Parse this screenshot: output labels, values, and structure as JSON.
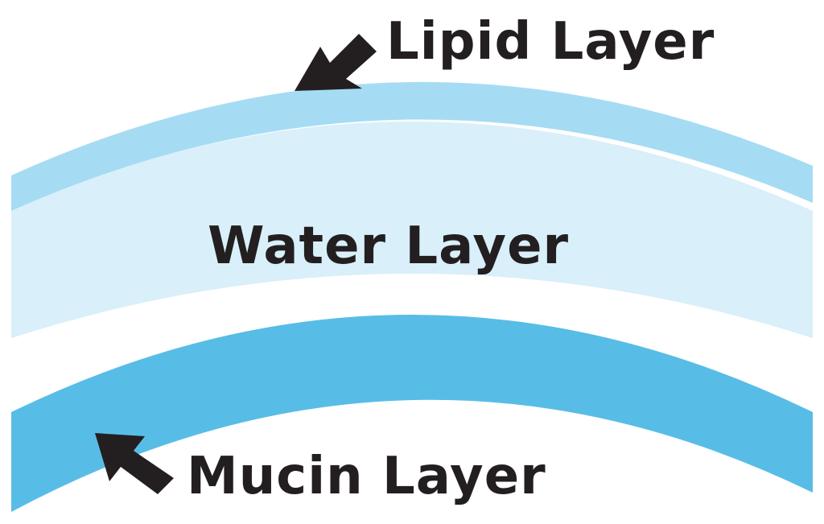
{
  "labels": {
    "lipid": "Lipid Layer",
    "water": "Water Layer",
    "mucin": "Mucin Layer"
  },
  "colors": {
    "lipid": "#a5dcf4",
    "water": "#d9eff9",
    "mucin": "#58bde6",
    "text": "#231f20",
    "arrow": "#231f20"
  },
  "icons": {
    "lipid_pointer": "arrow-icon",
    "mucin_pointer": "arrow-icon"
  }
}
